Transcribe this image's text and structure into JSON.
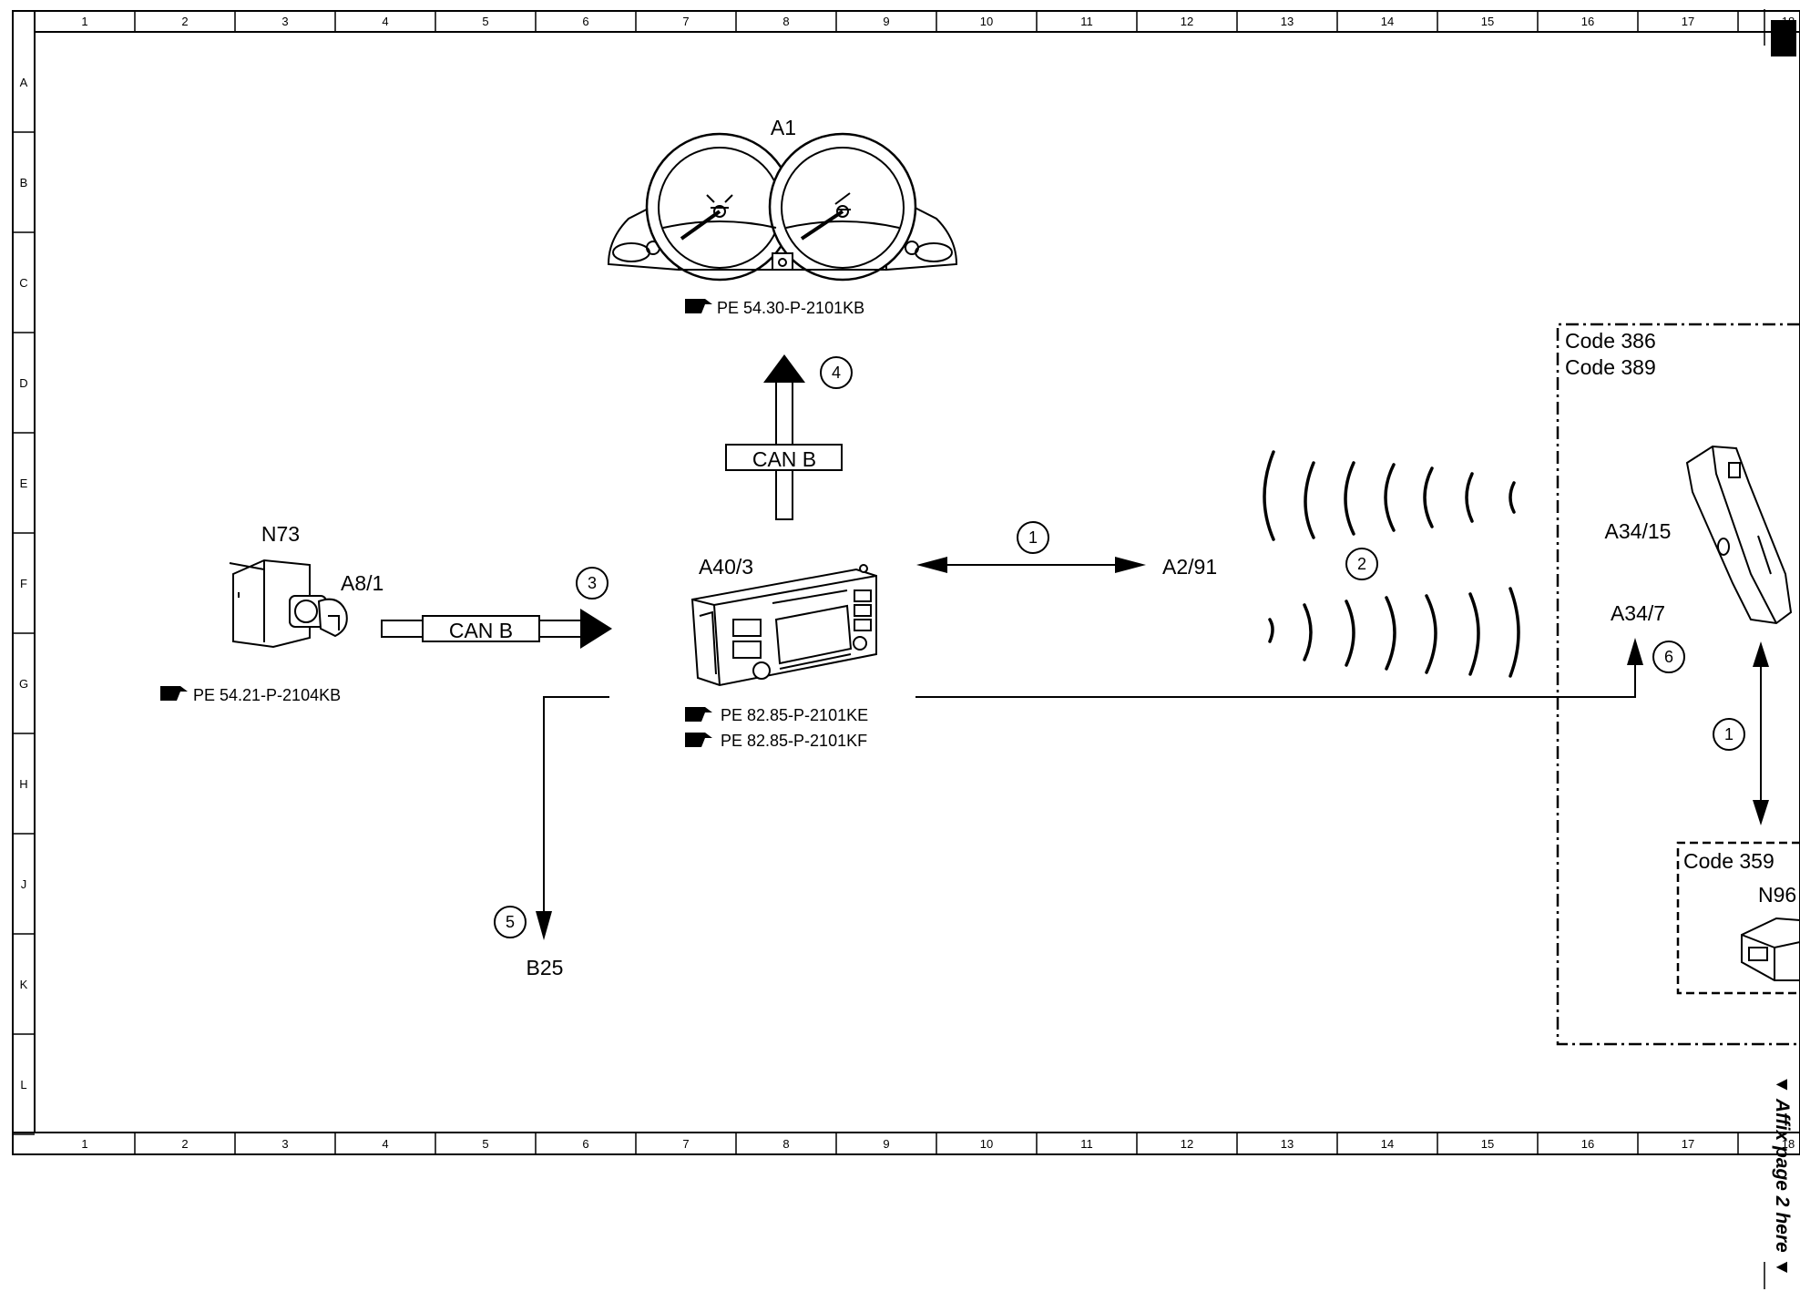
{
  "grid": {
    "columns": [
      "1",
      "2",
      "3",
      "4",
      "5",
      "6",
      "7",
      "8",
      "9",
      "10",
      "11",
      "12",
      "13",
      "14",
      "15",
      "16",
      "17",
      "18"
    ],
    "rows": [
      "A",
      "B",
      "C",
      "D",
      "E",
      "F",
      "G",
      "H",
      "J",
      "K",
      "L"
    ]
  },
  "components": {
    "a1": {
      "label": "A1",
      "ref": "PE 54.30-P-2101KB"
    },
    "a40_3": {
      "label": "A40/3",
      "refs": [
        "PE 82.85-P-2101KE",
        "PE 82.85-P-2101KF"
      ]
    },
    "n73": {
      "label": "N73"
    },
    "a8_1": {
      "label": "A8/1",
      "ref": "PE 54.21-P-2104KB"
    },
    "a2_91": {
      "label": "A2/91"
    },
    "b25": {
      "label": "B25"
    },
    "a34_15": {
      "label": "A34/15"
    },
    "a34_7": {
      "label": "A34/7"
    },
    "n96": {
      "label": "N96"
    }
  },
  "bus": {
    "can_b_top": "CAN B",
    "can_b_left": "CAN B"
  },
  "circled": {
    "c1": "1",
    "c2": "2",
    "c3": "3",
    "c4": "4",
    "c5": "5",
    "c6": "6",
    "c1b": "1"
  },
  "codes": {
    "code386": "Code 386",
    "code389": "Code 389",
    "code359": "Code 359"
  },
  "side_note": "▼ Affix page 2 here ▼"
}
